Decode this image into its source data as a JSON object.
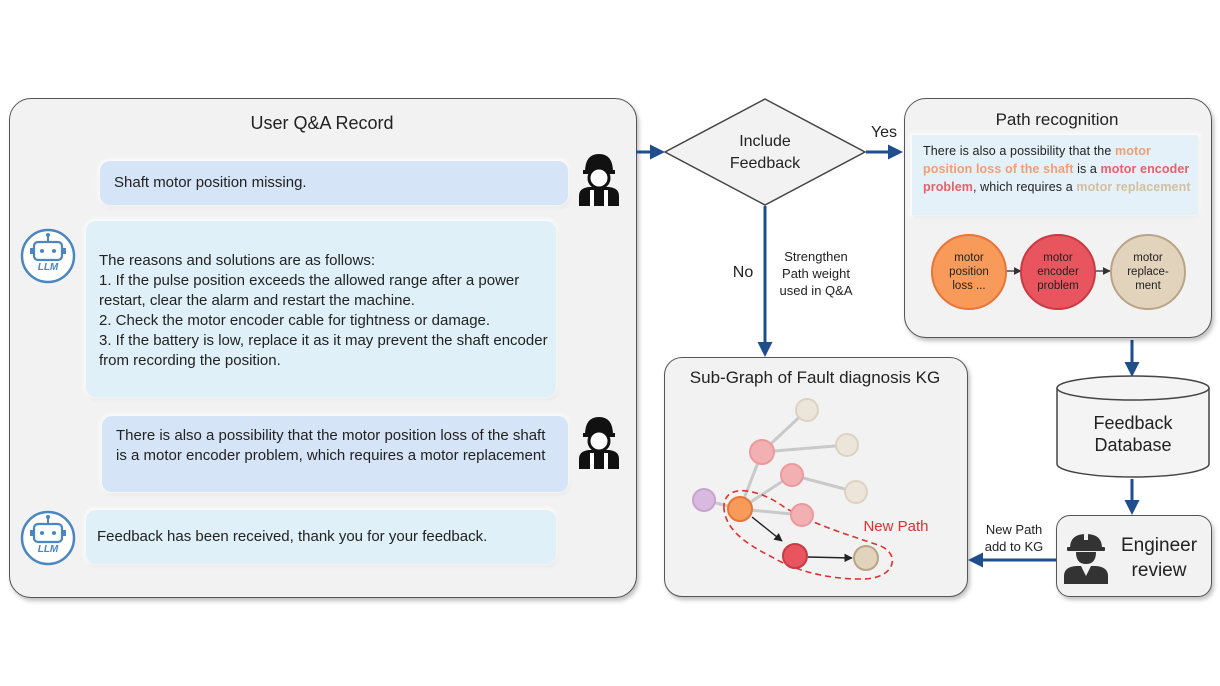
{
  "qa_panel": {
    "title": "User Q&A Record",
    "msg1": "Shaft motor position missing.",
    "msg2": "The reasons and solutions are as follows:\n1. If the pulse position exceeds the allowed range after a power restart, clear the alarm and restart the machine.\n2. Check the motor encoder cable for tightness or damage.\n3. If the battery is low, replace it as it may prevent the shaft encoder from recording the position.",
    "msg3": "There is also a possibility that the motor position loss of the shaft is a motor encoder problem, which requires a motor replacement",
    "msg4": "Feedback has been received, thank you for your feedback.",
    "bot_label": "LLM"
  },
  "decision": {
    "text": "Include\nFeedback",
    "yes": "Yes",
    "no": "No",
    "no_note": "Strengthen\nPath weight\nused in Q&A"
  },
  "path_panel": {
    "title": "Path recognition",
    "sentence_parts": [
      {
        "text": "There is also a possibility that the ",
        "bold": false,
        "color": "#222222"
      },
      {
        "text": "motor position loss of the shaft",
        "bold": true,
        "color": "#f0a070"
      },
      {
        "text": " is a ",
        "bold": false,
        "color": "#222222"
      },
      {
        "text": "motor encoder problem",
        "bold": true,
        "color": "#e8606a"
      },
      {
        "text": ", which requires a ",
        "bold": false,
        "color": "#222222"
      },
      {
        "text": "motor replacement",
        "bold": true,
        "color": "#d2bfa2"
      }
    ],
    "nodes": [
      {
        "label": "motor\nposition\nloss ...",
        "fill": "#f79a5a",
        "stroke": "#e8743a"
      },
      {
        "label": "motor\nencoder\nproblem",
        "fill": "#e8555f",
        "stroke": "#c93a44"
      },
      {
        "label": "motor\nreplace-\nment",
        "fill": "#e2d3bd",
        "stroke": "#b9a486"
      }
    ]
  },
  "subgraph": {
    "title": "Sub-Graph of Fault diagnosis KG",
    "new_path": "New Path"
  },
  "database": {
    "label": "Feedback\nDatabase"
  },
  "engineer": {
    "label": "Engineer\nreview",
    "note": "New Path\nadd to KG"
  },
  "colors": {
    "arrow": "#1f4e8c",
    "user_bubble": "#d6e4f7",
    "llm_bubble": "#dff0f8",
    "new_path": "#e03030",
    "bot_icon": "#4a86c0"
  }
}
